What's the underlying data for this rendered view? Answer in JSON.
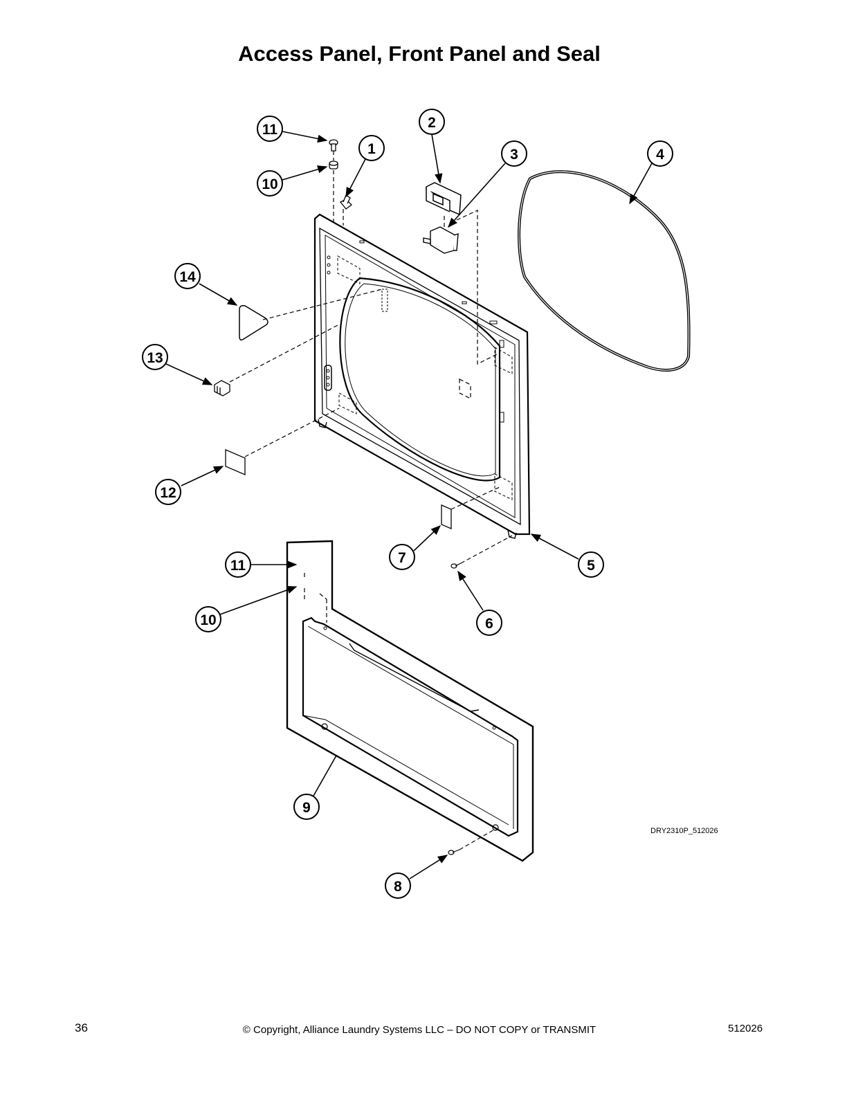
{
  "title": "Access Panel, Front Panel and Seal",
  "diagram_code": "DRY2310P_512026",
  "callouts": [
    "1",
    "2",
    "3",
    "4",
    "5",
    "6",
    "7",
    "8",
    "9",
    "10",
    "11",
    "12",
    "13",
    "14"
  ],
  "footer": {
    "page_number": "36",
    "copyright": "© Copyright, Alliance Laundry Systems LLC – DO NOT COPY or TRANSMIT",
    "doc_number": "512026"
  }
}
